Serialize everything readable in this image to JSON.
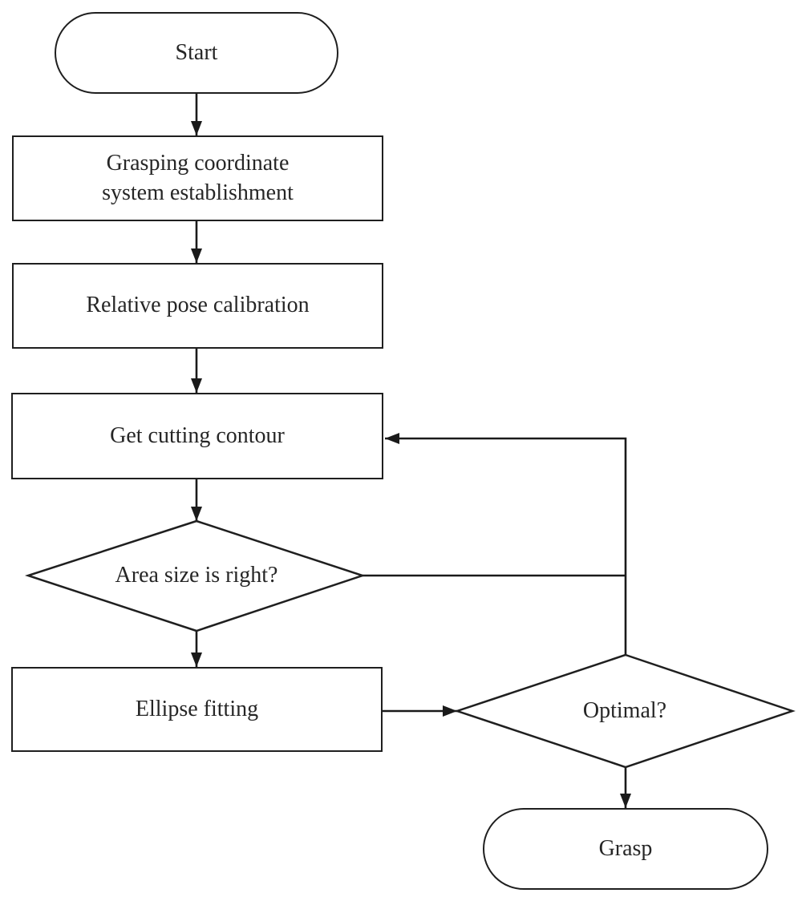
{
  "diagram": {
    "type": "flowchart",
    "colors": {
      "background": "#ffffff",
      "stroke": "#1a1a1a",
      "text": "#262626"
    },
    "nodes": [
      {
        "id": "start",
        "shape": "terminator",
        "label": "Start"
      },
      {
        "id": "grasping-coordinate-system-establishment",
        "shape": "process",
        "label": "Grasping coordinate system establishment"
      },
      {
        "id": "relative-pose-calibration",
        "shape": "process",
        "label": "Relative pose calibration"
      },
      {
        "id": "get-cutting-contour",
        "shape": "process",
        "label": "Get cutting contour"
      },
      {
        "id": "area-size-decision",
        "shape": "decision",
        "label": "Area size is right?"
      },
      {
        "id": "ellipse-fitting",
        "shape": "process",
        "label": "Ellipse fitting"
      },
      {
        "id": "optimal-decision",
        "shape": "decision",
        "label": "Optimal?"
      },
      {
        "id": "grasp",
        "shape": "terminator",
        "label": "Grasp"
      }
    ],
    "edges": [
      {
        "from": "start",
        "to": "grasping-coordinate-system-establishment"
      },
      {
        "from": "grasping-coordinate-system-establishment",
        "to": "relative-pose-calibration"
      },
      {
        "from": "relative-pose-calibration",
        "to": "get-cutting-contour"
      },
      {
        "from": "get-cutting-contour",
        "to": "area-size-decision"
      },
      {
        "from": "area-size-decision",
        "to": "ellipse-fitting"
      },
      {
        "from": "ellipse-fitting",
        "to": "optimal-decision"
      },
      {
        "from": "optimal-decision",
        "to": "grasp"
      },
      {
        "from": "area-size-decision",
        "to": "get-cutting-contour",
        "kind": "feedback-loop"
      },
      {
        "from": "optimal-decision",
        "to": "get-cutting-contour",
        "kind": "feedback-loop"
      }
    ]
  }
}
